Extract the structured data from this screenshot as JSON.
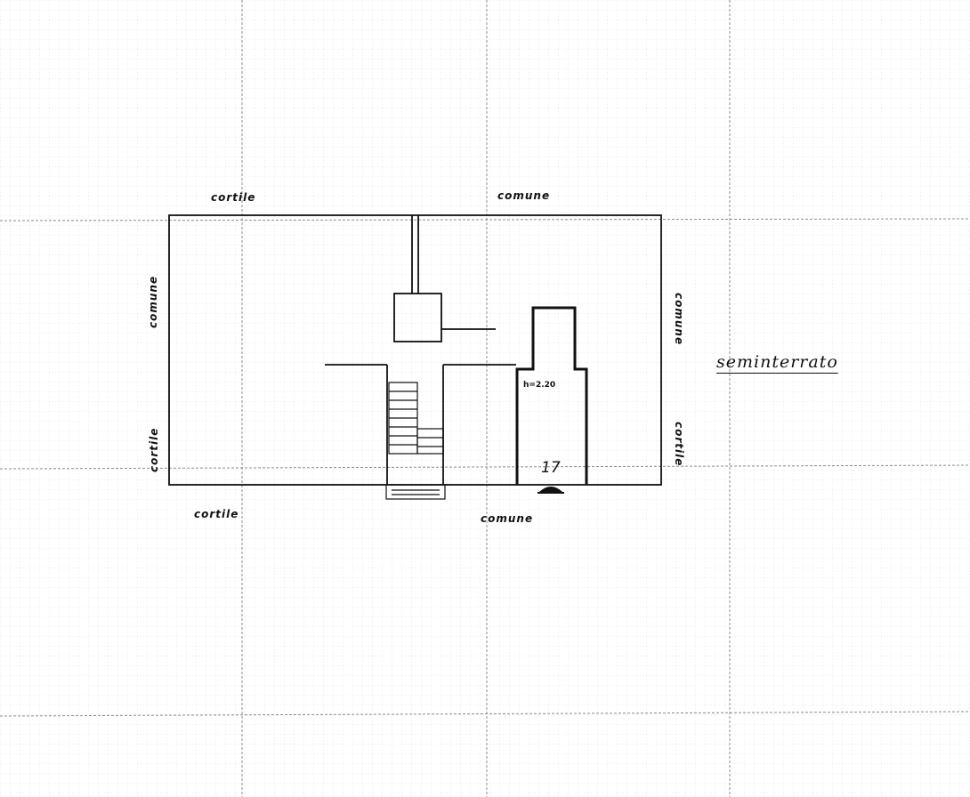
{
  "plan": {
    "floor_title": "seminterrato",
    "unit_number": "17",
    "height_note": "h=2.20",
    "colors": {
      "ink": "#111111",
      "grid": "#9a9a9a",
      "paper": "#ffffff"
    }
  },
  "labels": {
    "top_left": "cortile",
    "top_right": "comune",
    "bottom_left": "cortile",
    "bottom_right": "comune",
    "left_upper": "comune",
    "left_lower": "cortile",
    "right_upper": "comune",
    "right_lower": "cortile"
  }
}
